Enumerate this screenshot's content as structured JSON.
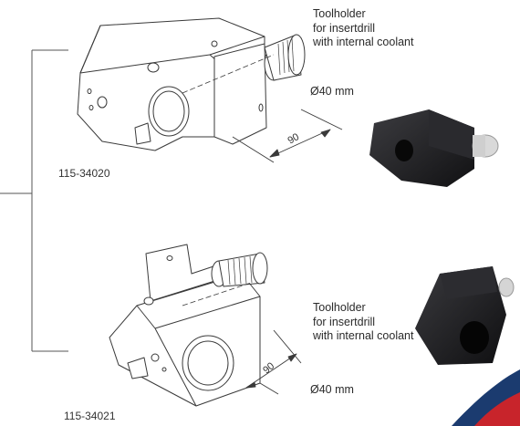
{
  "items": [
    {
      "part_number": "115-34020",
      "description_lines": [
        "Toolholder",
        "for insertdrill",
        "with internal coolant"
      ],
      "diameter": "Ø40 mm",
      "dimension": "90"
    },
    {
      "part_number": "115-34021",
      "description_lines": [
        "Toolholder",
        "for insertdrill",
        "with internal coolant"
      ],
      "diameter": "Ø40 mm",
      "dimension": "90"
    }
  ],
  "colors": {
    "line": "#3a3a3a",
    "photo_dark": "#1c1c1e",
    "corner_blue": "#1b3b6f",
    "corner_red": "#c8242b"
  }
}
